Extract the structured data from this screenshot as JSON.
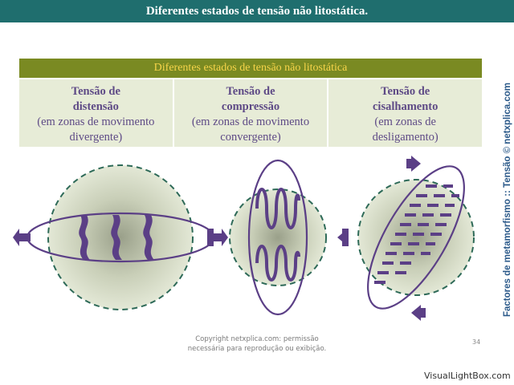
{
  "header": {
    "title": "Diferentes estados de tensão não litostática."
  },
  "table": {
    "heading": "Diferentes estados de tensão não litostática",
    "columns": [
      {
        "title_line1": "Tensão de",
        "title_line2": "distensão",
        "desc_line1": "(em zonas de movimento",
        "desc_line2": "divergente)"
      },
      {
        "title_line1": "Tensão de",
        "title_line2": "compressão",
        "desc_line1": "(em zonas de movimento",
        "desc_line2": "convergente)"
      },
      {
        "title_line1": "Tensão de",
        "title_line2": "cisalhamento",
        "desc_line1": "(em zonas de",
        "desc_line2": "desligamento)"
      }
    ]
  },
  "side_caption": "Factores de metamorfismo :: Tensão © netxplica.com",
  "footer": {
    "copyright_line1": "Copyright netxplica.com: permissão",
    "copyright_line2": "necessária para reprodução ou exibição.",
    "page_number": "34",
    "watermark": "VisualLightBox.com"
  },
  "colors": {
    "header_bg": "#1f6e6e",
    "table_head_bg": "#7a8a22",
    "table_head_text": "#f7d44a",
    "table_body_bg": "#e7ecd7",
    "table_text": "#5e4a86",
    "diagram_purple": "#5b3f86"
  }
}
